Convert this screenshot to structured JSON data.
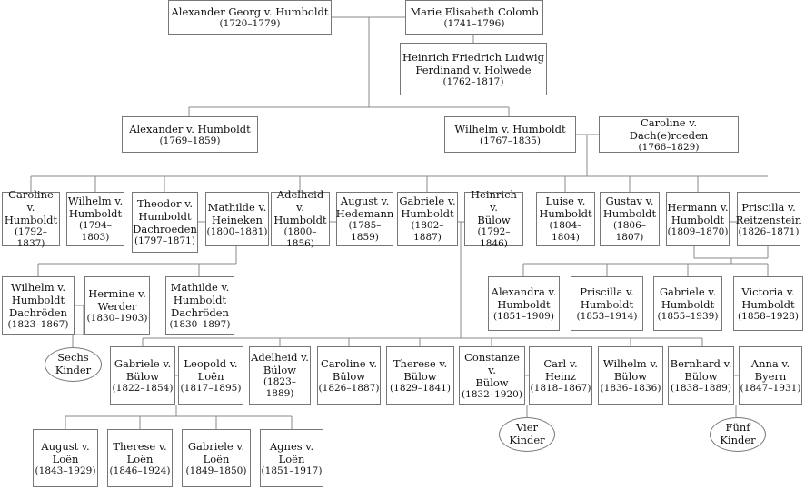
{
  "people": [
    {
      "id": "alexander-georg",
      "name": "Alexander Georg v. Humboldt",
      "dates": "(1720–1779)"
    },
    {
      "id": "marie-elisabeth",
      "name": "Marie Elisabeth Colomb",
      "dates": "(1741–1796)"
    },
    {
      "id": "heinrich-holwede",
      "name": "Heinrich Friedrich Ludwig\nFerdinand v. Holwede",
      "dates": "(1762–1817)"
    },
    {
      "id": "alexander",
      "name": "Alexander v. Humboldt",
      "dates": "(1769–1859)"
    },
    {
      "id": "wilhelm",
      "name": "Wilhelm v. Humboldt",
      "dates": "(1767–1835)"
    },
    {
      "id": "caroline-dachroeden",
      "name": "Caroline v. Dach(e)roeden",
      "dates": "(1766–1829)"
    },
    {
      "id": "caroline",
      "name": "Caroline v.\nHumboldt",
      "dates": "(1792–1837)"
    },
    {
      "id": "wilhelm-jr",
      "name": "Wilhelm v.\nHumboldt",
      "dates": "(1794–1803)"
    },
    {
      "id": "theodor",
      "name": "Theodor v.\nHumboldt\nDachroeden",
      "dates": "(1797–1871)"
    },
    {
      "id": "mathilde-heineken",
      "name": "Mathilde v.\nHeineken",
      "dates": "(1800–1881)"
    },
    {
      "id": "adelheid",
      "name": "Adelheid v.\nHumboldt",
      "dates": "(1800–1856)"
    },
    {
      "id": "august-hedemann",
      "name": "August v.\nHedemann",
      "dates": "(1785–1859)"
    },
    {
      "id": "gabriele",
      "name": "Gabriele v.\nHumboldt",
      "dates": "(1802–1887)"
    },
    {
      "id": "heinrich-buelow",
      "name": "Heinrich v.\nBülow",
      "dates": "(1792–1846)"
    },
    {
      "id": "luise",
      "name": "Luise v.\nHumboldt",
      "dates": "(1804–1804)"
    },
    {
      "id": "gustav",
      "name": "Gustav v.\nHumboldt",
      "dates": "(1806–1807)"
    },
    {
      "id": "hermann",
      "name": "Hermann v.\nHumboldt",
      "dates": "(1809–1870)"
    },
    {
      "id": "priscilla-reitzenstein",
      "name": "Priscilla v.\nReitzenstein",
      "dates": "(1826–1871)"
    },
    {
      "id": "wilhelm-dachroeden",
      "name": "Wilhelm v.\nHumboldt\nDachröden",
      "dates": "(1823–1867)"
    },
    {
      "id": "hermine",
      "name": "Hermine v.\nWerder",
      "dates": "(1830–1903)"
    },
    {
      "id": "mathilde-dachroeden",
      "name": "Mathilde v.\nHumboldt\nDachröden",
      "dates": "(1830–1897)"
    },
    {
      "id": "alexandra",
      "name": "Alexandra v.\nHumboldt",
      "dates": "(1851–1909)"
    },
    {
      "id": "priscilla",
      "name": "Priscilla v.\nHumboldt",
      "dates": "(1853–1914)"
    },
    {
      "id": "gabriele-h",
      "name": "Gabriele v.\nHumboldt",
      "dates": "(1855–1939)"
    },
    {
      "id": "victoria",
      "name": "Victoria v.\nHumboldt",
      "dates": "(1858–1928)"
    },
    {
      "id": "gabriele-buelow",
      "name": "Gabriele v.\nBülow",
      "dates": "(1822–1854)"
    },
    {
      "id": "leopold",
      "name": "Leopold v.\nLoën",
      "dates": "(1817–1895)"
    },
    {
      "id": "adelheid-buelow",
      "name": "Adelheid v.\nBülow",
      "dates": "(1823–1889)"
    },
    {
      "id": "caroline-buelow",
      "name": "Caroline v.\nBülow",
      "dates": "(1826–1887)"
    },
    {
      "id": "therese-buelow",
      "name": "Therese v.\nBülow",
      "dates": "(1829–1841)"
    },
    {
      "id": "constanze",
      "name": "Constanze v.\nBülow",
      "dates": "(1832–1920)"
    },
    {
      "id": "carl-heinz",
      "name": "Carl v.\nHeinz",
      "dates": "(1818–1867)"
    },
    {
      "id": "wilhelm-buelow",
      "name": "Wilhelm v.\nBülow",
      "dates": "(1836–1836)"
    },
    {
      "id": "bernhard",
      "name": "Bernhard v.\nBülow",
      "dates": "(1838–1889)"
    },
    {
      "id": "anna",
      "name": "Anna v.\nByern",
      "dates": "(1847–1931)"
    },
    {
      "id": "august-loen",
      "name": "August v.\nLoën",
      "dates": "(1843–1929)"
    },
    {
      "id": "therese-loen",
      "name": "Therese v.\nLoën",
      "dates": "(1846–1924)"
    },
    {
      "id": "gabriele-loen",
      "name": "Gabriele v.\nLoën",
      "dates": "(1849–1850)"
    },
    {
      "id": "agnes",
      "name": "Agnes v.\nLoën",
      "dates": "(1851–1917)"
    }
  ],
  "notes": [
    {
      "id": "sechs",
      "text": "Sechs\nKinder"
    },
    {
      "id": "vier",
      "text": "Vier\nKinder"
    },
    {
      "id": "fuenf",
      "text": "Fünf\nKinder"
    }
  ]
}
